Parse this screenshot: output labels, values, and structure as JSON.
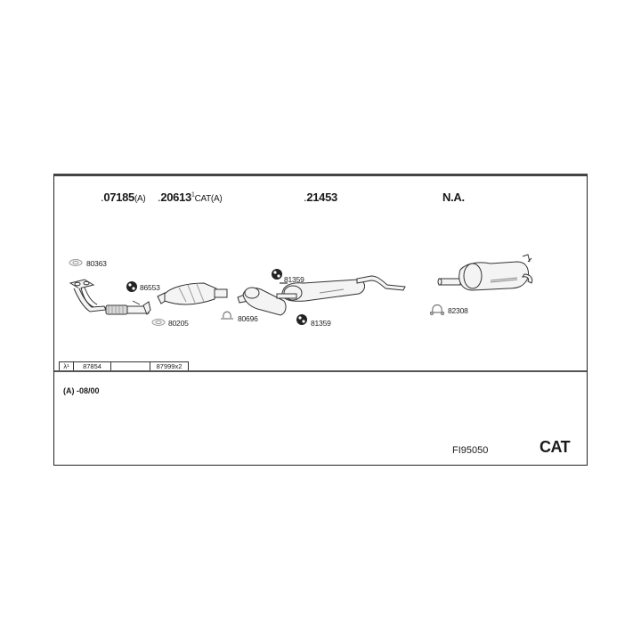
{
  "header": {
    "groups": [
      {
        "number": "07185",
        "suffix": "(A)",
        "superscript": ""
      },
      {
        "number": "20613",
        "suffix": "CAT(A)",
        "superscript": "1"
      },
      {
        "number": "21453",
        "suffix": "",
        "superscript": ""
      },
      {
        "label": "N.A."
      }
    ]
  },
  "parts": {
    "gasket_front": "80363",
    "hanger_front": "86553",
    "gasket_cat": "80205",
    "clamp_mid": "80696",
    "hanger_mid_top": "81359",
    "hanger_mid_bottom": "81359",
    "clamp_rear": "82308"
  },
  "sensor_table": {
    "symbol": "λ¹",
    "cells": [
      "87854",
      "",
      "87999x2"
    ]
  },
  "footer": {
    "note": "(A) -08/00",
    "diagram_code": "FI95050",
    "type": "CAT"
  },
  "colors": {
    "line": "#333333",
    "part_fill": "#f2f2f2",
    "shade": "#bdbdbd"
  }
}
